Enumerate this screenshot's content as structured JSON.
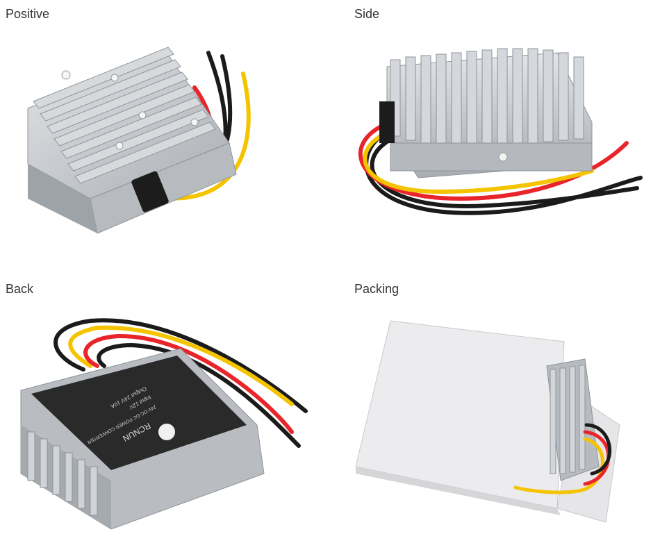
{
  "panels": [
    {
      "label": "Positive",
      "icon": "converter-front-photo"
    },
    {
      "label": "Side",
      "icon": "converter-side-photo"
    },
    {
      "label": "Back",
      "icon": "converter-back-photo"
    },
    {
      "label": "Packing",
      "icon": "converter-box-photo"
    }
  ],
  "colors": {
    "aluminum": "#c9ccd0",
    "aluminum_dark": "#9ea3a8",
    "wire_red": "#e8252a",
    "wire_yellow": "#f5c400",
    "wire_black": "#1b1b1b",
    "label_black": "#2a2a2a",
    "box_white": "#eeeef0"
  },
  "back_label": {
    "brand": "RCNUN",
    "title": "24V DC-DC POWER CONVERTER",
    "input": "Input 12V",
    "output": "Output 24V 10A"
  }
}
